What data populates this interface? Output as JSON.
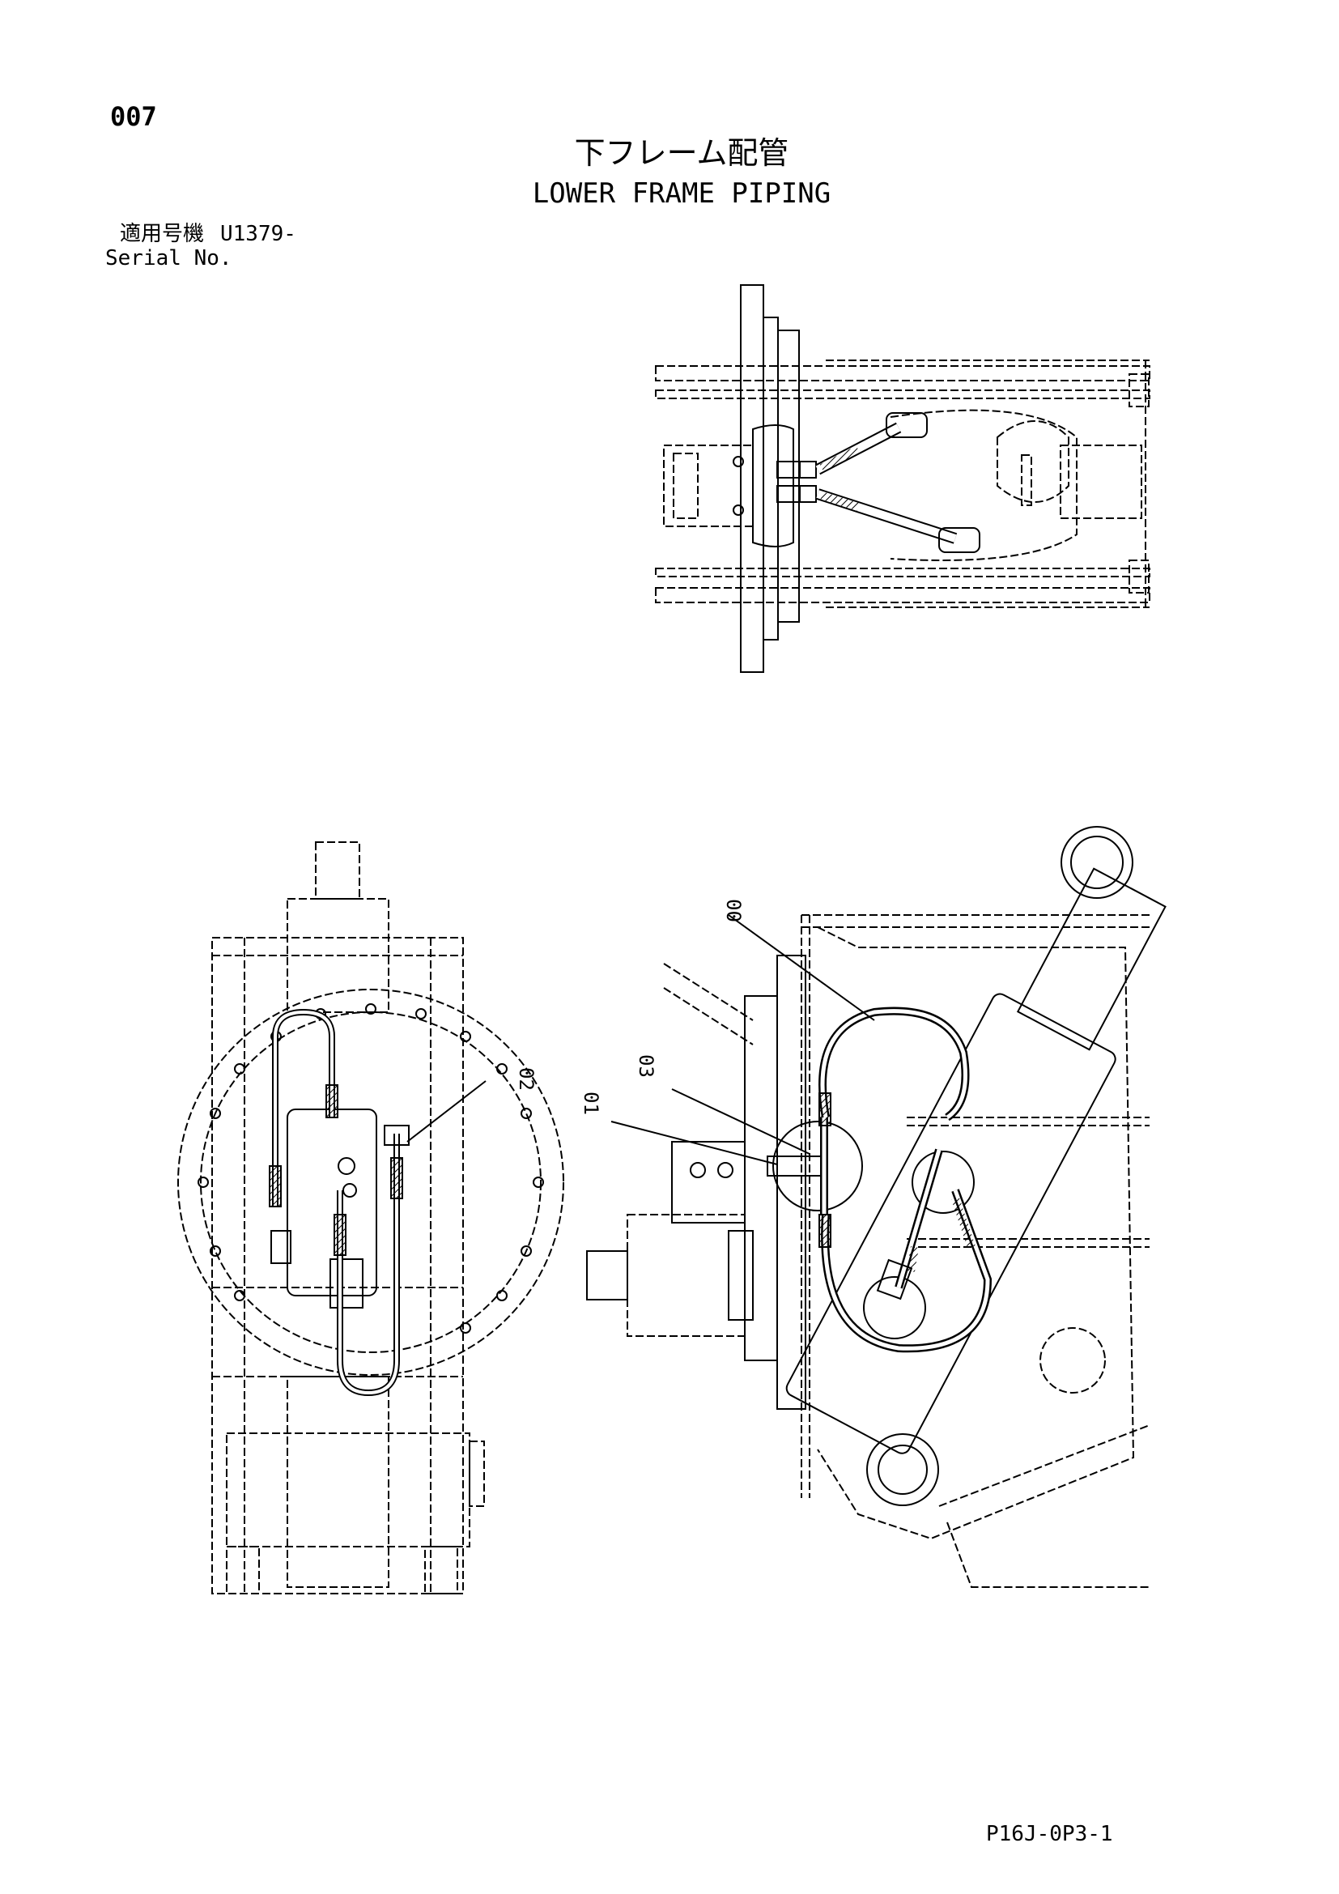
{
  "header": {
    "page_number": "007",
    "title_jp": "下フレーム配管",
    "title_en": "LOWER FRAME PIPING",
    "serial_label_jp": "適用号機",
    "serial_value": "U1379-",
    "serial_label_en": "Serial No."
  },
  "callouts": [
    "00",
    "01",
    "02",
    "03"
  ],
  "footer": {
    "doc_code": "P16J-0P3-1"
  }
}
